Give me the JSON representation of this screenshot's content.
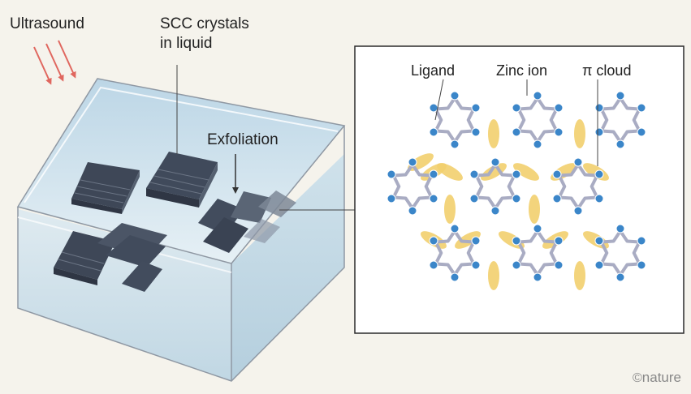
{
  "labels": {
    "ultrasound": "Ultrasound",
    "scc_line1": "SCC crystals",
    "scc_line2": "in liquid",
    "exfoliation": "Exfoliation",
    "ligand": "Ligand",
    "zinc_ion": "Zinc ion",
    "pi_cloud": "π cloud"
  },
  "credit": {
    "symbol": "©",
    "name": "nature"
  },
  "colors": {
    "background": "#f5f3ec",
    "arrow": "#e0675f",
    "ligand": "#a9acc3",
    "zinc": "#3b86c9",
    "pi_cloud": "#f2cf6e",
    "crystal": "#4b5566",
    "liquid": "#cde2ee",
    "panel_border": "#2b2b2b"
  }
}
